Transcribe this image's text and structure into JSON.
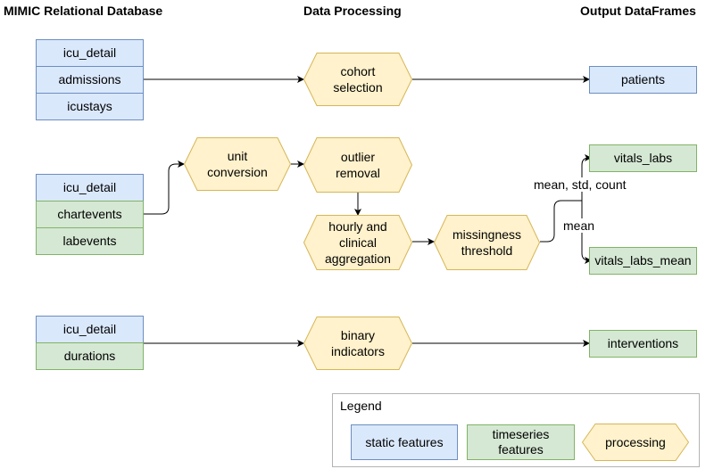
{
  "headers": {
    "source": "MIMIC Relational Database",
    "processing": "Data Processing",
    "output": "Output DataFrames"
  },
  "group1": {
    "tables": [
      "icu_detail",
      "admissions",
      "icustays"
    ],
    "process": "cohort\nselection",
    "output": "patients"
  },
  "group2": {
    "tables": [
      "icu_detail",
      "chartevents",
      "labevents"
    ],
    "processes": {
      "unit_conversion": "unit\nconversion",
      "outlier_removal": "outlier\nremoval",
      "aggregation": "hourly and\nclinical\naggregation",
      "missingness": "missingness\nthreshold"
    },
    "edge_labels": {
      "top": "mean, std, count",
      "bottom": "mean"
    },
    "outputs": [
      "vitals_labs",
      "vitals_labs_mean"
    ]
  },
  "group3": {
    "tables": [
      "icu_detail",
      "durations"
    ],
    "process": "binary\nindicators",
    "output": "interventions"
  },
  "legend": {
    "title": "Legend",
    "static": "static features",
    "timeseries": "timeseries\nfeatures",
    "processing": "processing"
  },
  "colors": {
    "static_fill": "#dae8fc",
    "static_stroke": "#6c8ebf",
    "timeseries_fill": "#d5e8d4",
    "timeseries_stroke": "#82b366",
    "process_fill": "#fff2cc",
    "process_stroke": "#d6b656"
  }
}
